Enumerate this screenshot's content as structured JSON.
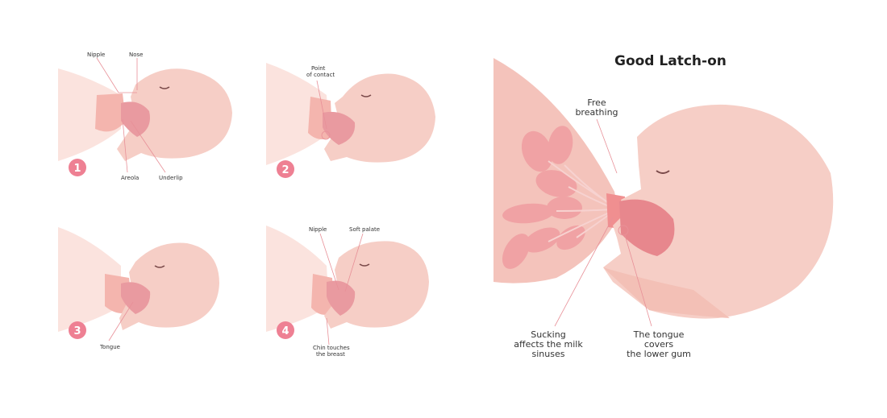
{
  "title": "Good Latch-on",
  "colors": {
    "skin": "#f6cec6",
    "skin_light": "#fbe3de",
    "breast": "#f4bdb4",
    "lobule": "#f0a2a4",
    "badge": "#ee8093",
    "line": "#e89098",
    "mouth": "#e2797e"
  },
  "steps": [
    {
      "number": "1",
      "labels": {
        "nipple": "Nipple",
        "nose": "Nose",
        "areola": "Areola",
        "underlip": "Underlip"
      }
    },
    {
      "number": "2",
      "labels": {
        "point_of_contact_1": "Point",
        "point_of_contact_2": "of contact"
      }
    },
    {
      "number": "3",
      "labels": {
        "tongue": "Tongue"
      }
    },
    {
      "number": "4",
      "labels": {
        "nipple": "Nipple",
        "soft_palate": "Soft palate",
        "chin_1": "Chin touches",
        "chin_2": "the breast"
      }
    }
  ],
  "main": {
    "free_breathing_1": "Free",
    "free_breathing_2": "breathing",
    "sucking_1": "Sucking",
    "sucking_2": "affects the milk",
    "sucking_3": "sinuses",
    "tongue_1": "The tongue",
    "tongue_2": "covers",
    "tongue_3": "the lower gum"
  }
}
